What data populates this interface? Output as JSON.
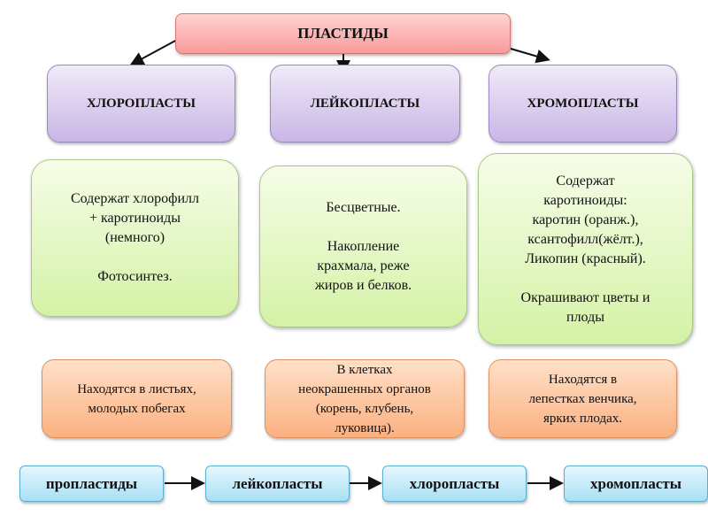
{
  "root": "ПЛАСТИДЫ",
  "types": [
    {
      "title": "ХЛОРОПЛАСТЫ",
      "description": "Содержат хлорофилл\n+ каротиноиды\n(немного)\n\nФотосинтез.",
      "location": "Находятся в листьях,\nмолодых побегах"
    },
    {
      "title": "ЛЕЙКОПЛАСТЫ",
      "description": "Бесцветные.\n\nНакопление\nкрахмала, реже\nжиров и белков.",
      "location": "В клетках\nнеокрашенных органов\n(корень, клубень,\nлуковица)."
    },
    {
      "title": "ХРОМОПЛАСТЫ",
      "description": "Содержат\nкаротиноиды:\nкаротин (оранж.),\nксантофилл(жёлт.),\nЛикопин (красный).\n\nОкрашивают цветы и\nплоды",
      "location": "Находятся в\nлепестках венчика,\nярких плодах."
    }
  ],
  "sequence": [
    "пропластиды",
    "лейкопласты",
    "хлоропласты",
    "хромопласты"
  ]
}
